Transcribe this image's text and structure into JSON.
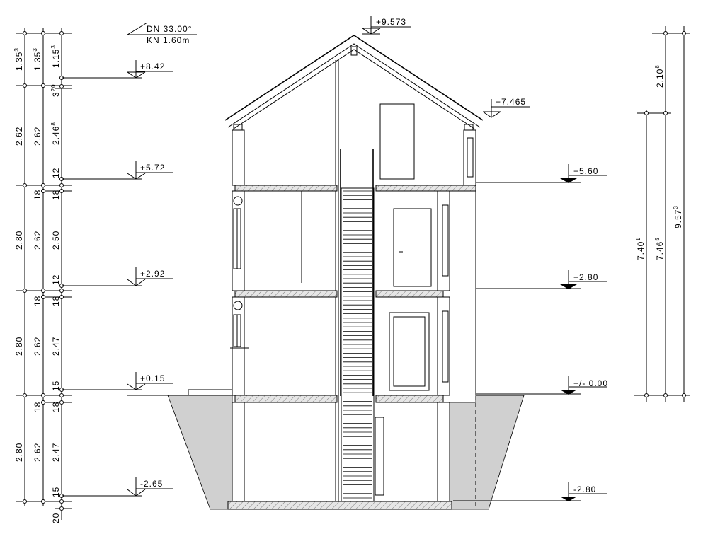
{
  "roof": {
    "pitch": "DN 33.00°",
    "knee": "KN 1.60m"
  },
  "levels_left": [
    "+8.42",
    "+5.72",
    "+2.92",
    "+0.15",
    "-2.65"
  ],
  "levels_top": [
    "+9.573",
    "+7.465"
  ],
  "levels_right": [
    "+5.60",
    "+2.80",
    "+/- 0.00",
    "-2.80"
  ],
  "dims_left_col1": [
    {
      "v": "1.35",
      "s": "3"
    },
    {
      "v": "2.62",
      "s": ""
    },
    {
      "v": "2.80",
      "s": ""
    },
    {
      "v": "2.80",
      "s": ""
    },
    {
      "v": "2.80",
      "s": ""
    }
  ],
  "dims_left_col2": [
    {
      "v": "1.35",
      "s": "3"
    },
    {
      "v": "2.62",
      "s": ""
    },
    {
      "v": "18",
      "s": ""
    },
    {
      "v": "2.62",
      "s": ""
    },
    {
      "v": "18",
      "s": ""
    },
    {
      "v": "2.62",
      "s": ""
    },
    {
      "v": "18",
      "s": ""
    },
    {
      "v": "2.62",
      "s": ""
    }
  ],
  "dims_left_col3": [
    {
      "v": "1.15",
      "s": "3"
    },
    {
      "v": "3",
      "s": "20"
    },
    {
      "v": "2.46",
      "s": "8"
    },
    {
      "v": "12",
      "s": ""
    },
    {
      "v": "18",
      "s": ""
    },
    {
      "v": "2.50",
      "s": ""
    },
    {
      "v": "12",
      "s": ""
    },
    {
      "v": "18",
      "s": ""
    },
    {
      "v": "2.47",
      "s": ""
    },
    {
      "v": "15",
      "s": ""
    },
    {
      "v": "18",
      "s": ""
    },
    {
      "v": "2.47",
      "s": ""
    },
    {
      "v": "15",
      "s": ""
    },
    {
      "v": "20",
      "s": ""
    }
  ],
  "dims_right": [
    {
      "v": "2.10",
      "s": "8"
    },
    {
      "v": "9.57",
      "s": "3"
    },
    {
      "v": "7.40",
      "s": "1"
    },
    {
      "v": "7.46",
      "s": "5"
    }
  ]
}
